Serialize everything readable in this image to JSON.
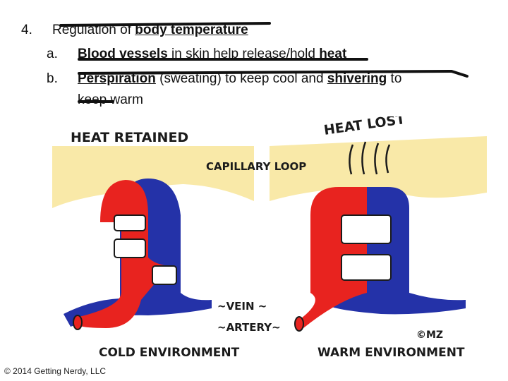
{
  "outline": {
    "item4": {
      "number": "4.",
      "prefix": "Regulation of ",
      "bold": "body temperature"
    },
    "item_a": {
      "letter": "a.",
      "bold1": "Blood vessels",
      "mid": " in skin help release/hold ",
      "bold2": "heat"
    },
    "item_b": {
      "letter": "b.",
      "bold1": "Perspiration",
      "mid": " (sweating) to keep cool and ",
      "bold2": "shivering",
      "end": " to"
    },
    "item_b_cont": "keep warm"
  },
  "figure": {
    "left_title": "HEAT RETAINED",
    "right_title": "HEAT LOST",
    "capillary_label": "CAPILLARY LOOP",
    "vein_label": "~VEIN ~",
    "artery_label": "~ARTERY~",
    "left_env": "COLD ENVIRONMENT",
    "right_env": "WARM ENVIRONMENT",
    "signature": "©MZ",
    "colors": {
      "skin": "#f9e9a8",
      "artery": "#e8231f",
      "vein": "#2432a8",
      "ink": "#1b1b1b"
    }
  },
  "copyright": "© 2014 Getting Nerdy, LLC"
}
